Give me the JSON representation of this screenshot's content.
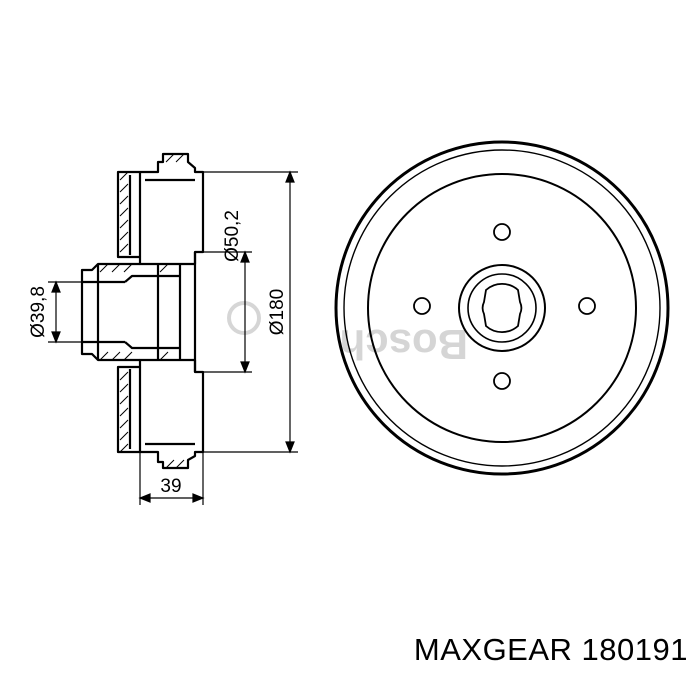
{
  "dimensions": {
    "hub_bore": "Ø39,8",
    "hub_flange": "Ø50,2",
    "drum_outer": "Ø180",
    "width": "39"
  },
  "watermark": {
    "text": "Bosch"
  },
  "caption": {
    "brand": "MAXGEAR",
    "part_number": "180191"
  },
  "colors": {
    "line": "#000000",
    "watermark": "#c8c8c8",
    "background": "#ffffff"
  }
}
